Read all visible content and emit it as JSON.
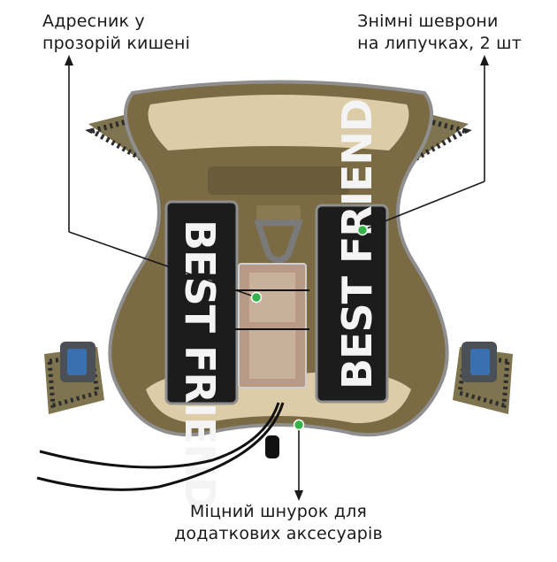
{
  "callouts": {
    "top_left": {
      "line1": "Адресник у",
      "line2": "прозорій кишені"
    },
    "top_right": {
      "line1": "Знімні шеврони",
      "line2": "на липучках, 2 шт"
    },
    "bottom": {
      "line1": "Міцний шнурок для",
      "line2": "додаткових аксесуарів"
    }
  },
  "patches": {
    "left": "BEST FRIEND",
    "right": "BEST FRIEND"
  },
  "colors": {
    "harness": "#7b6b45",
    "harness_dark": "#5b4e31",
    "mesh": "#dccda8",
    "patch": "#1c1c1c",
    "buckle": "#3a6fb0",
    "marker": "#36b24a"
  }
}
